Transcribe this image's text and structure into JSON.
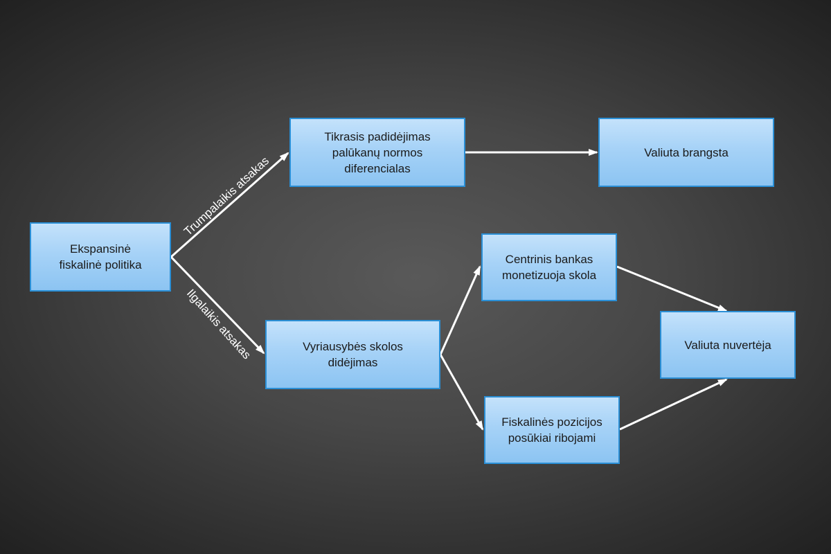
{
  "diagram": {
    "nodes": {
      "expansive": "Ekspansinė\nfiskalinė politika",
      "real_increase": "Tikrasis padidėjimas\npalūkanų normos\ndiferencialas",
      "currency_appreciates": "Valiuta brangsta",
      "debt_growth": "Vyriausybės skolos\ndidėjimas",
      "central_bank": "Centrinis bankas\nmonetizuoja skola",
      "fiscal_limits": "Fiskalinės pozicijos\nposūkiai ribojami",
      "currency_depreciates": "Valiuta nuvertėja"
    },
    "edge_labels": {
      "short_term": "Trumpalaikis atsakas",
      "long_term": "Ilgalaikis atsakas"
    },
    "colors": {
      "node_fill": "#a6d2f7",
      "node_border": "#2a8fd6",
      "arrow": "#ffffff",
      "label_text": "#ffffff"
    }
  }
}
